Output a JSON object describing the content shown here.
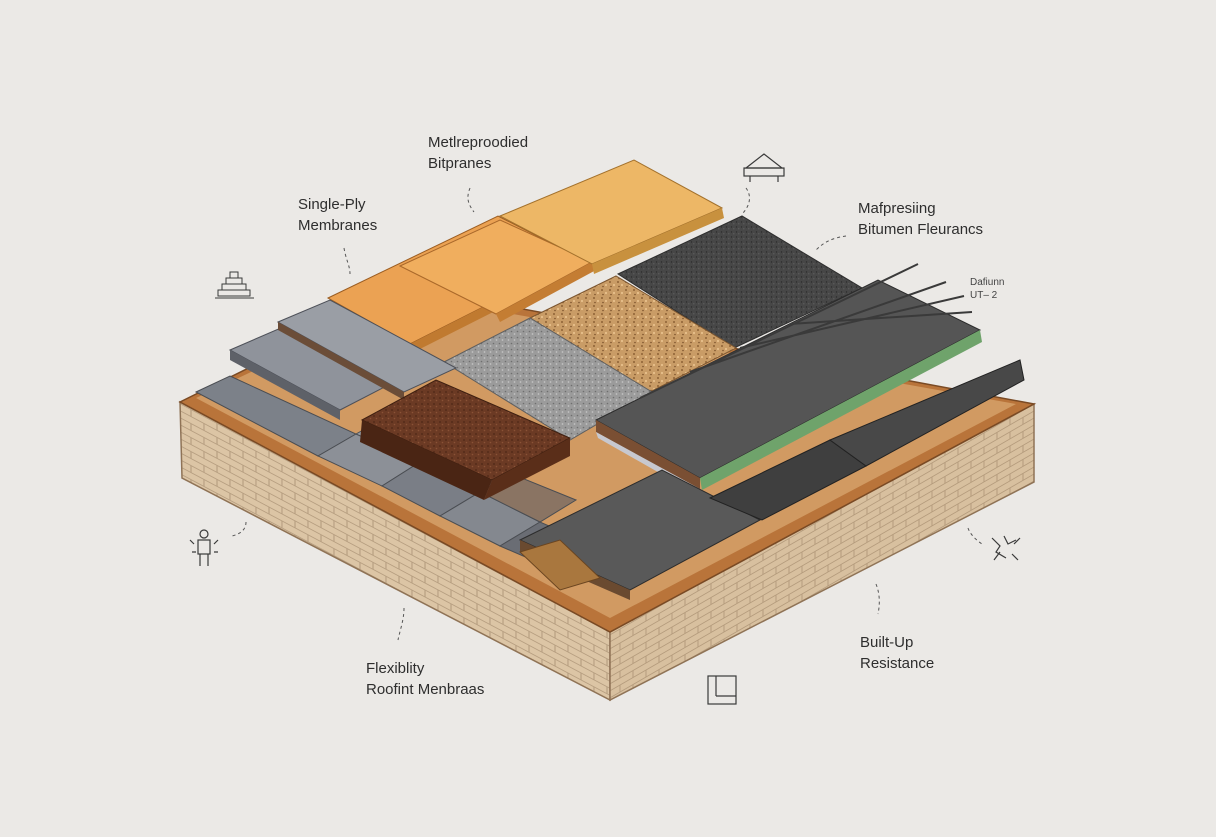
{
  "diagram": {
    "labels": {
      "metreproodied": [
        "Metlreproodied",
        "Bitpranes"
      ],
      "single_ply": [
        "Single-Ply",
        "Membranes"
      ],
      "mapresing": [
        "Mafpresiing",
        "Bitumen Fleurancs"
      ],
      "datum": [
        "Dafiunn",
        "UT– 2"
      ],
      "built_up": [
        "Built-Up",
        "Resistance"
      ],
      "flexibility": [
        "Flexiblity",
        "Roofint Menbraas"
      ]
    },
    "icons": [
      "pyramid-stack-icon",
      "house-icon",
      "person-icon",
      "crack-icon",
      "box-icon"
    ],
    "colors": {
      "background": "#ebe9e6",
      "brick": "#dcc5a5",
      "mortar": "#b79f81",
      "orange_membrane": "#eba253",
      "gold_membrane": "#edb766",
      "dark_bitumen": "#4b4b4b",
      "gravel": "#c79a64",
      "grey_aggregate": "#9e9e9e",
      "brown_felt": "#6e3b25",
      "slate": "#7c8189",
      "green_layer": "#6fa36b"
    }
  }
}
